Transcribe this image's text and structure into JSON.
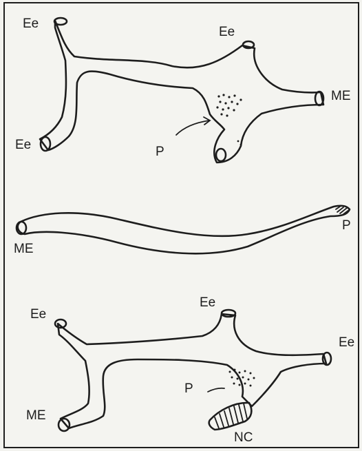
{
  "figure": {
    "panel_top": {
      "labels": {
        "ee_top_left": "Ee",
        "ee_top_right": "Ee",
        "ee_bottom_left": "Ee",
        "me": "ME",
        "p": "P"
      }
    },
    "panel_middle": {
      "labels": {
        "me": "ME",
        "p": "P"
      }
    },
    "panel_bottom": {
      "labels": {
        "ee_top_left": "Ee",
        "ee_top_middle": "Ee",
        "ee_right": "Ee",
        "me": "ME",
        "p": "P",
        "nc": "NC"
      }
    }
  }
}
